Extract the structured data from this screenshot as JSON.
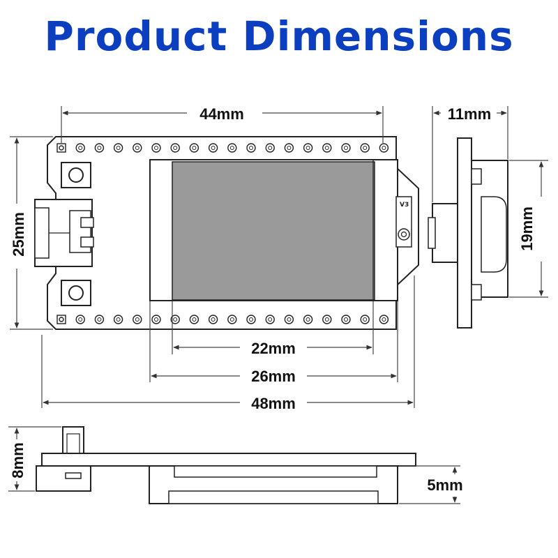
{
  "title": "Product Dimensions",
  "colors": {
    "title": "#0b3fbf",
    "screen": "#9a9a9a"
  },
  "board": {
    "version_mark": "V3"
  },
  "dimensions": {
    "length": "44mm",
    "depth_side": "11mm",
    "width": "25mm",
    "side_height": "19mm",
    "screen_visible": "22mm",
    "screen_module": "26mm",
    "overall_length": "48mm",
    "height_total": "8mm",
    "screen_thickness": "5mm"
  }
}
